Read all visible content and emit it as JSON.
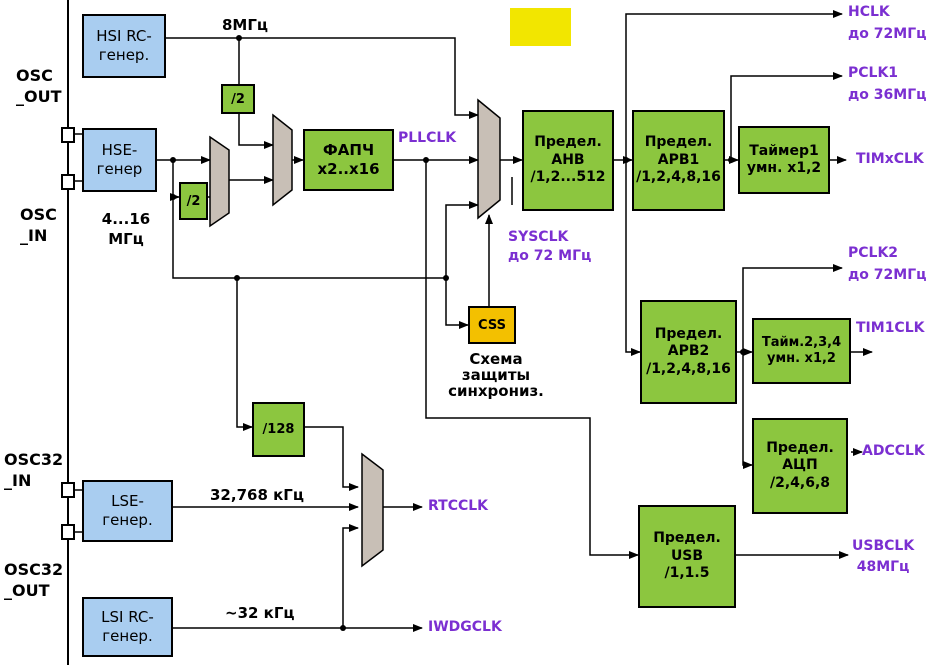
{
  "pins": {
    "osc_out": [
      "OSC",
      "_OUT"
    ],
    "osc_in": [
      "OSC",
      "_IN"
    ],
    "osc32_in": [
      "OSC32",
      "_IN"
    ],
    "osc32_out": [
      "OSC32",
      "_OUT"
    ]
  },
  "oscillators": {
    "hsi": [
      "HSI RC-",
      "генер."
    ],
    "hse": [
      "HSE-",
      "генер"
    ],
    "lse": [
      "LSE-",
      "генер."
    ],
    "lsi": [
      "LSI RC-",
      "генер."
    ]
  },
  "dividers": {
    "hsi_div": "/2",
    "hse_div": "/2",
    "rtc_div": "/128"
  },
  "pll": [
    "ФАПЧ",
    "x2..x16"
  ],
  "prescalers": {
    "ahb": [
      "Предел.",
      "AHB",
      "/1,2...512"
    ],
    "apb1": [
      "Предел.",
      "APB1",
      "/1,2,4,8,16"
    ],
    "timer1": [
      "Таймер1",
      "умн. x1,2"
    ],
    "apb2": [
      "Предел.",
      "APB2",
      "/1,2,4,8,16"
    ],
    "tim234": [
      "Тайм.2,3,4",
      "умн. x1,2"
    ],
    "adc": [
      "Предел.",
      "АЦП",
      "/2,4,6,8"
    ],
    "usb": [
      "Предел.",
      "USB",
      "/1,1.5"
    ]
  },
  "css": {
    "label": "CSS",
    "caption": [
      "Схема",
      "защиты",
      "синхрониз."
    ]
  },
  "freq_labels": {
    "hsi": "8МГц",
    "hse": [
      "4...16",
      "МГц"
    ],
    "lse": "32,768 кГц",
    "lsi": "~32 кГц"
  },
  "signals": {
    "pllclk": "PLLCLK",
    "sysclk": [
      "SYSCLK",
      "до 72 МГц"
    ],
    "hclk": [
      "HCLK",
      "до 72МГц"
    ],
    "pclk1": [
      "PCLK1",
      "до 36МГц"
    ],
    "timxclk": "TIMxCLK",
    "pclk2": [
      "PCLK2",
      "до 72МГц"
    ],
    "tim1clk": "TIM1CLK",
    "adcclk": "ADCCLK",
    "usbclk": [
      "USBCLK",
      "48МГц"
    ],
    "rtcclk": "RTCCLK",
    "iwdgclk": "IWDGCLK"
  },
  "colors": {
    "oscillator_fill": "#a9cdf0",
    "prescaler_fill": "#8cc63f",
    "css_fill": "#f3c000",
    "mux_fill": "#c8bfb6",
    "signal_text": "#7b2fd1",
    "highlight": "#f2e600"
  }
}
